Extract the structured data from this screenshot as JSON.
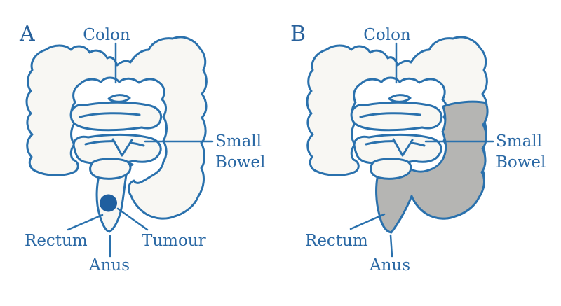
{
  "figure": {
    "type": "medical-anatomy-diagram",
    "subject": "bowel with rectal tumour (A) and resected segment (B)",
    "colors": {
      "outline_blue": "#2a71ad",
      "label_text_blue": "#2a68a4",
      "panel_letter_blue": "#27609b",
      "tumour_blue": "#1f5f9f",
      "resected_gray": "#b5b5b3",
      "bowel_fill": "#f8f7f3",
      "background": "#ffffff"
    },
    "panels": [
      {
        "letter": "A",
        "labels": {
          "colon": "Colon",
          "small_bowel": [
            "Small",
            "Bowel"
          ],
          "rectum": "Rectum",
          "anus": "Anus",
          "tumour": "Tumour"
        }
      },
      {
        "letter": "B",
        "labels": {
          "colon": "Colon",
          "small_bowel": [
            "Small",
            "Bowel"
          ],
          "rectum": "Rectum",
          "anus": "Anus"
        }
      }
    ]
  }
}
